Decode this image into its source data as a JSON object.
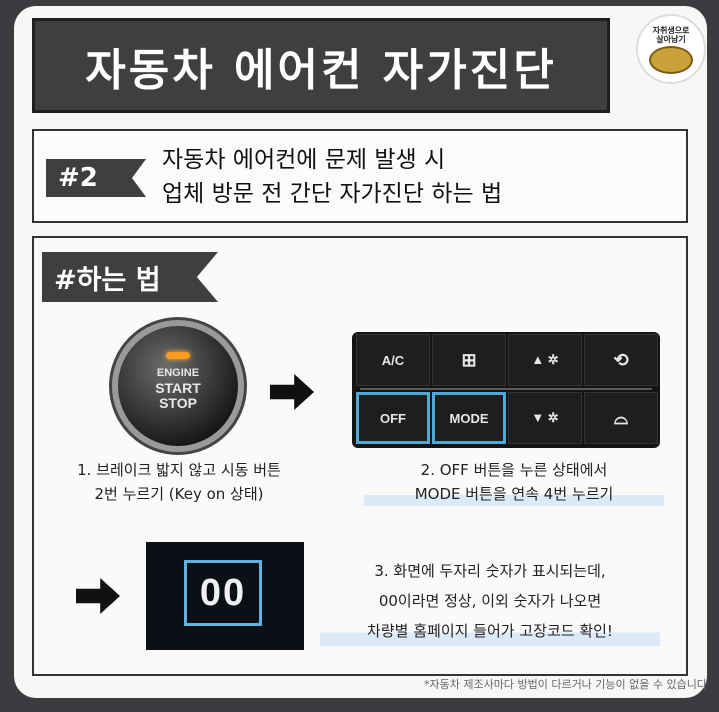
{
  "title": "자동차 에어컨 자가진단",
  "badge": {
    "text": "자취생으로\n살아남기"
  },
  "subtitle": {
    "tag": "#2",
    "line1": "자동차 에어컨에 문제 발생 시",
    "line2": "업체 방문 전 간단 자가진단 하는 법"
  },
  "how": {
    "tag": "#하는 법",
    "engine_button": {
      "line1": "ENGINE",
      "line2": "START",
      "line3": "STOP"
    },
    "panel": {
      "ac": "A/C",
      "off": "OFF",
      "mode": "MODE",
      "fan_up": "▲ ✲",
      "fan_down": "▼ ✲"
    },
    "step1": {
      "line1": "1. 브레이크 밟지 않고 시동 버튼",
      "line2": "2번 누르기 (Key on 상태)"
    },
    "step2": {
      "line1": "2. OFF 버튼을 누른 상태에서",
      "line2": "MODE 버튼을 연속 4번 누르기"
    },
    "display_value": "00",
    "step3": {
      "line1": "3. 화면에 두자리 숫자가 표시되는데,",
      "line2": "00이라면 정상, 이외 숫자가 나오면",
      "line3": "차량별 홈페이지 들어가 고장코드 확인!"
    }
  },
  "footnote": "*자동차 제조사마다 방법이 다르거나 기능이 없을 수 있습니다"
}
